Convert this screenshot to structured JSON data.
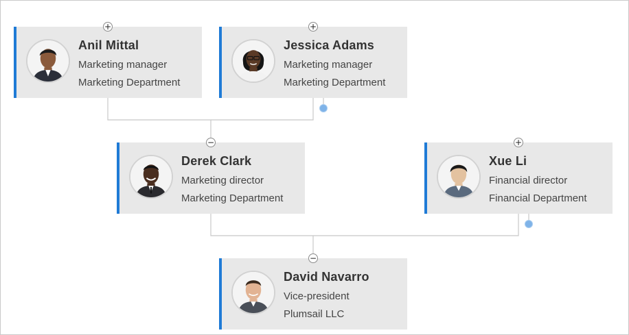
{
  "people": [
    {
      "name": "Anil Mittal",
      "title": "Marketing manager",
      "department": "Marketing Department",
      "toggle": "+",
      "skin": "#8a5a3b",
      "hair": "#1b1b1b",
      "suit": "#2b2f3a"
    },
    {
      "name": "Jessica Adams",
      "title": "Marketing manager",
      "department": "Marketing Department",
      "toggle": "+",
      "skin": "#5a3a26",
      "hair": "#151515",
      "suit": "#f2f2f2"
    },
    {
      "name": "Derek Clark",
      "title": "Marketing director",
      "department": "Marketing Department",
      "toggle": "−",
      "skin": "#4a2e1f",
      "hair": "#121212",
      "suit": "#2a2a2e"
    },
    {
      "name": "Xue Li",
      "title": "Financial director",
      "department": "Financial Department",
      "toggle": "+",
      "skin": "#e3c2a0",
      "hair": "#1a1a1a",
      "suit": "#5a6a7e"
    },
    {
      "name": "David Navarro",
      "title": "Vice-president",
      "department": "Plumsail LLC",
      "toggle": "−",
      "skin": "#e2b393",
      "hair": "#3a2a1e",
      "suit": "#4a4f58"
    }
  ],
  "colors": {
    "card_bg": "#e8e8e8",
    "accent": "#1f7bd6",
    "connector": "#c8c8c8",
    "expander_dot": "#7fb3e8"
  }
}
